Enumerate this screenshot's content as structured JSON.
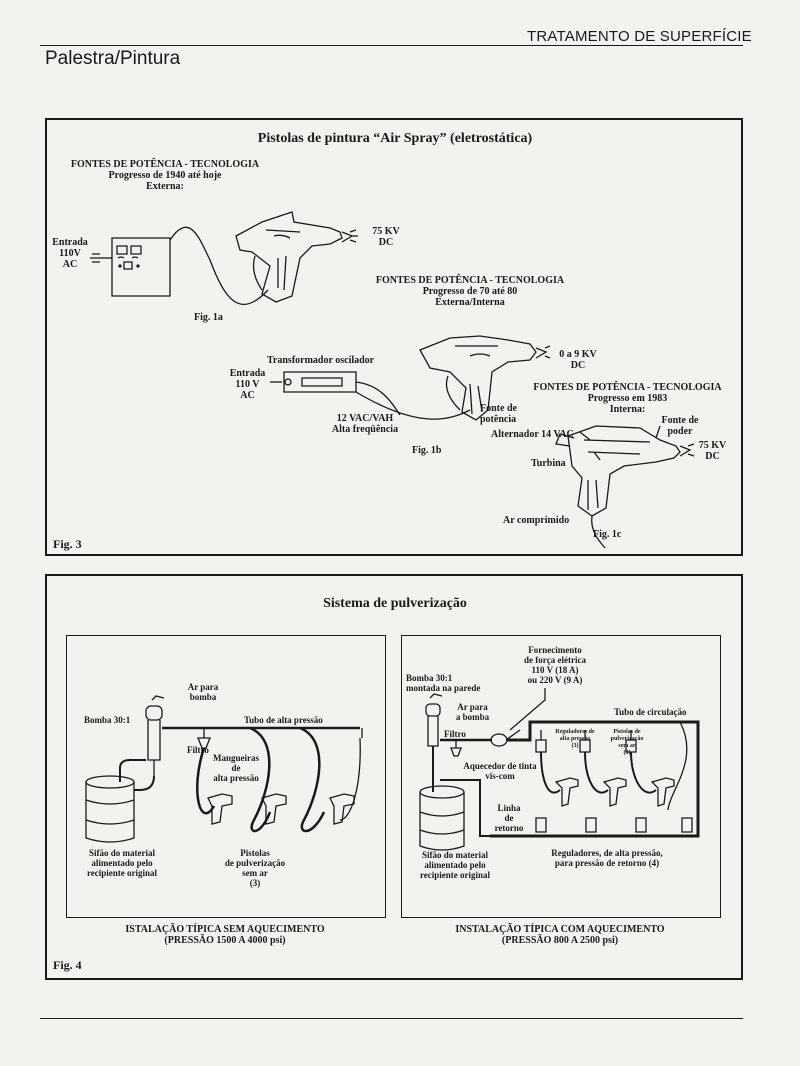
{
  "header": {
    "section": "TRATAMENTO DE SUPERFÍCIE",
    "subsection": "Palestra/Pintura"
  },
  "fig3": {
    "title": "Pistolas de pintura “Air Spray” (eletrostática)",
    "label": "Fig. 3",
    "a": {
      "heading": "FONTES DE POTÊNCIA - TECNOLOGIA",
      "progress": "Progresso de 1940 até hoje",
      "type": "Externa:",
      "entrada_1": "Entrada",
      "entrada_2": "110V",
      "entrada_3": "AC",
      "kv": "75 KV",
      "dc": "DC",
      "fig": "Fig. 1a"
    },
    "b": {
      "heading": "FONTES DE POTÊNCIA - TECNOLOGIA",
      "progress": "Progresso de 70 até 80",
      "type": "Externa/Interna",
      "transformer": "Transformador oscilador",
      "entrada_1": "Entrada",
      "entrada_2": "110 V",
      "entrada_3": "AC",
      "vac_1": "12 VAC/VAH",
      "vac_2": "Alta freqüência",
      "fonte_1": "Fonte de",
      "fonte_2": "potência",
      "kv": "0 a 9 KV",
      "dc": "DC",
      "fig": "Fig. 1b"
    },
    "c": {
      "heading": "FONTES DE POTÊNCIA - TECNOLOGIA",
      "progress": "Progresso em 1983",
      "type": "Interna:",
      "fonte_1": "Fonte de",
      "fonte_2": "poder",
      "alternador": "Alternador 14 VAC",
      "turbina": "Turbina",
      "kv": "75 KV",
      "dc": "DC",
      "ar": "Ar comprimido",
      "fig": "Fig. 1c"
    }
  },
  "fig4": {
    "title": "Sistema de pulverização",
    "label": "Fig. 4",
    "left": {
      "ar_1": "Ar para",
      "ar_2": "bomba",
      "bomba": "Bomba 30:1",
      "tubo": "Tubo de alta pressão",
      "filtro": "Filtro",
      "mang_1": "Mangueiras",
      "mang_2": "de",
      "mang_3": "alta pressão",
      "sifao_1": "Sifão do material",
      "sifao_2": "alimentado pelo",
      "sifao_3": "recipiente original",
      "pist_1": "Pistolas",
      "pist_2": "de pulverização",
      "pist_3": "sem ar",
      "pist_4": "(3)",
      "caption_1": "ISTALAÇÃO TÍPICA SEM AQUECIMENTO",
      "caption_2": "(PRESSÃO 1500 A 4000 psi)"
    },
    "right": {
      "forn_1": "Fornecimento",
      "forn_2": "de força elétrica",
      "forn_3": "110 V (18 A)",
      "forn_4": "ou 220 V (9 A)",
      "bomba_1": "Bomba 30:1",
      "bomba_2": "montada na parede",
      "ar_1": "Ar para",
      "ar_2": "a bomba",
      "filtro": "Filtro",
      "tubo": "Tubo de circulação",
      "reg_1": "Reguladores de",
      "reg_2": "alta pressão",
      "reg_3": "(3)",
      "pist_1": "Pistolas de",
      "pist_2": "pulverização",
      "pist_3": "sem ar",
      "pist_4": "(3)",
      "aquec_1": "Aquecedor de tinta",
      "aquec_2": "vis-com",
      "linha_1": "Linha",
      "linha_2": "de",
      "linha_3": "retorno",
      "sifao_1": "Sifão do material",
      "sifao_2": "alimentado pelo",
      "sifao_3": "recipiente original",
      "regret_1": "Reguladores, de alta pressão,",
      "regret_2": "para pressão de retorno (4)",
      "caption_1": "INSTALAÇÃO TÍPICA COM AQUECIMENTO",
      "caption_2": "(PRESSÃO 800 A 2500 psi)"
    }
  },
  "colors": {
    "ink": "#1a1a1a",
    "paper": "#f3f2ee"
  }
}
